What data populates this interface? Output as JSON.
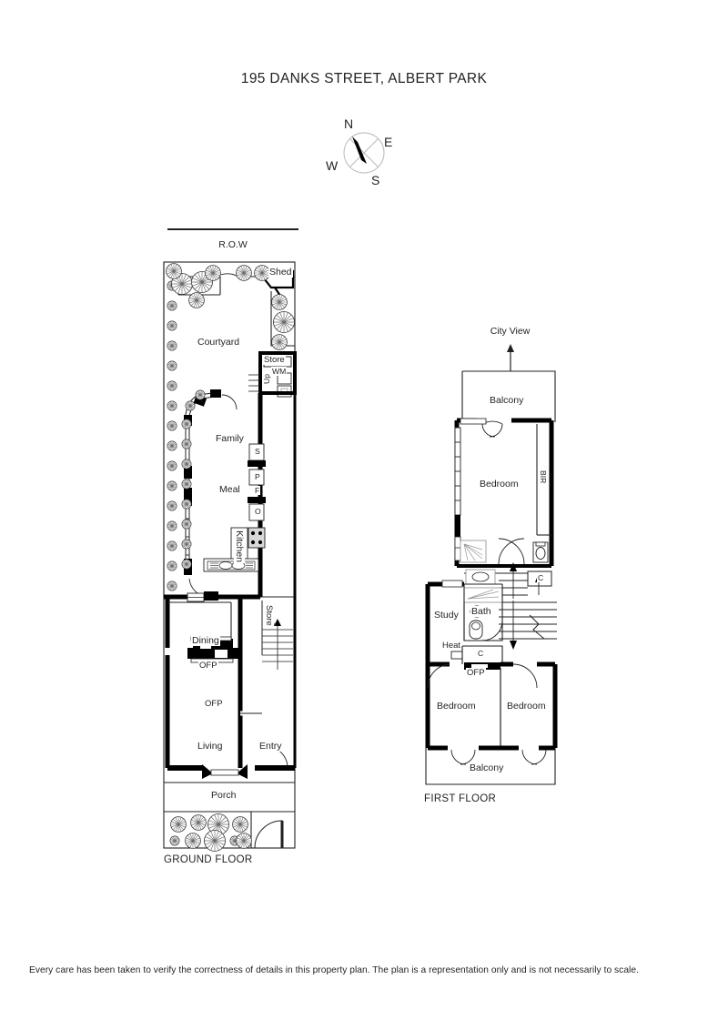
{
  "title": "195 DANKS STREET, ALBERT PARK",
  "compass": {
    "n": "N",
    "e": "E",
    "s": "S",
    "w": "W",
    "name": "compass-rose"
  },
  "ground_floor": {
    "caption": "GROUND FLOOR",
    "row_label": "R.O.W",
    "rooms": [
      {
        "label": "Courtyard"
      },
      {
        "label": "Shed"
      },
      {
        "label": "Store"
      },
      {
        "label": "WM"
      },
      {
        "label": "Up"
      },
      {
        "label": "Family"
      },
      {
        "label": "Meal"
      },
      {
        "label": "Kitchen"
      },
      {
        "label": "S"
      },
      {
        "label": "P"
      },
      {
        "label": "F"
      },
      {
        "label": "O"
      },
      {
        "label": "Dining"
      },
      {
        "label": "OFP"
      },
      {
        "label": "OFP"
      },
      {
        "label": "Living"
      },
      {
        "label": "Entry"
      },
      {
        "label": "Store"
      },
      {
        "label": "Porch"
      }
    ]
  },
  "first_floor": {
    "caption": "FIRST FLOOR",
    "city_view_label": "City View",
    "rooms": [
      {
        "label": "Balcony"
      },
      {
        "label": "Bedroom"
      },
      {
        "label": "BIR"
      },
      {
        "label": "C"
      },
      {
        "label": "Study"
      },
      {
        "label": "Bath"
      },
      {
        "label": "Heat"
      },
      {
        "label": "C"
      },
      {
        "label": "OFP"
      },
      {
        "label": "Bedroom"
      },
      {
        "label": "Bedroom"
      },
      {
        "label": "Balcony"
      }
    ]
  },
  "footer": "Every care has been taken to verify the correctness of details in this property plan. The plan is a representation only and is not necessarily to scale.",
  "colors": {
    "ink": "#231f20",
    "wall": "#000000",
    "paper": "#ffffff"
  }
}
